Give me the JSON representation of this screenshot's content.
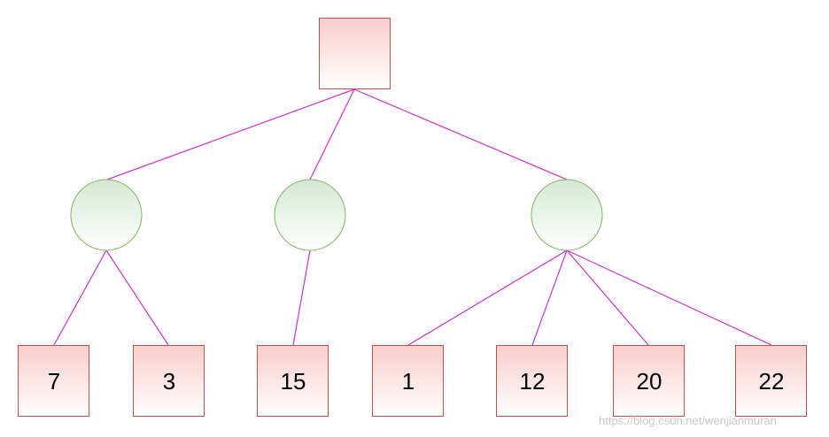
{
  "colors": {
    "edge": "#cc33cc",
    "square_border": "#b85450",
    "square_fill_top": "#f8cecc",
    "square_fill_bottom": "#ffffff",
    "circle_border": "#82b366",
    "circle_fill_top": "#d5e8d4",
    "circle_fill_bottom": "#ffffff"
  },
  "tree": {
    "root": {
      "label": "",
      "children": [
        {
          "label": "",
          "children": [
            {
              "label": "7"
            },
            {
              "label": "3"
            }
          ]
        },
        {
          "label": "",
          "children": [
            {
              "label": "15"
            }
          ]
        },
        {
          "label": "",
          "children": [
            {
              "label": "1"
            },
            {
              "label": "12"
            },
            {
              "label": "20"
            },
            {
              "label": "22"
            }
          ]
        }
      ]
    }
  },
  "watermark": "https://blog.csdn.net/wenjianmuran"
}
